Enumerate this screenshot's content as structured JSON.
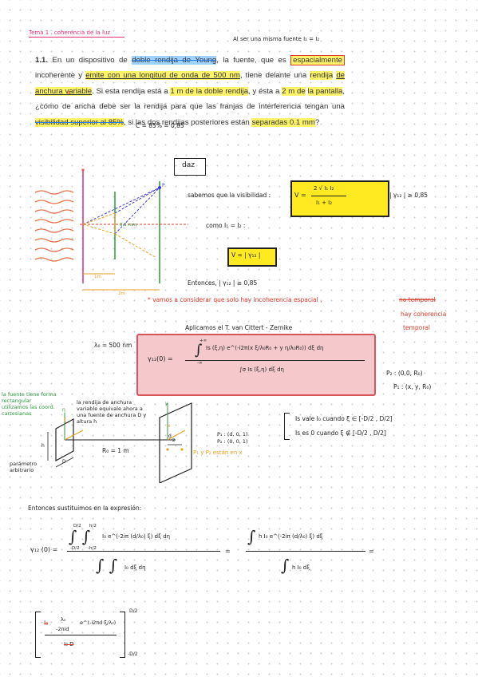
{
  "header": {
    "topic": "Tema 1 . coherencia de la luz"
  },
  "annotations": {
    "same_source": "Al ser una misma fuente I₁ = I₂",
    "visibility_eq": "C = 85% = 0,85",
    "a_mark": "a",
    "data_label": "daz",
    "we_know": "sabemos que la visibilidad :",
    "v_formula_num": "2 √ I₁ I₂",
    "v_formula_den": "I₁ + I₂",
    "v_condition": "| γ₁₂ | ≥ 0,85",
    "como": "como I₁ = I₂ :",
    "v_gamma": "V = | γ₁₂ |",
    "entonces1": "Entonces, | γ₁₂ | ≥ 0,85",
    "consider": "* vamos a considerar que solo hay incoherencia espacial ,",
    "no_temporal": "no temporal",
    "hay_coherencia": "hay coherencia",
    "temporal": "temporal",
    "apply": "Aplicamos el T. van Cittert - Zernike",
    "lambda": "λ₀ = 500 nm",
    "gamma_lhs": "γ₁₂(0) =",
    "int_limits_top": "+∞",
    "int_limits_bot": "-∞",
    "gamma_num": "Is (ξ,η) e^(-i2π(x ξ/λ₀R₀ + y η/λ₀R₀)) dξ dη",
    "gamma_den": "∫σ Is (ξ,η) dξ dη",
    "p2_coord": "P₂ : (0,0, R₀)",
    "p1_coord": "P₁ : (x, y, R₀)",
    "source_note": "la fuente tiene forma rectangular utilizamos las coord. cartesianas",
    "slit_note": "la rendija de anchura variable equivale ahora a una fuente de anchura D y altura h",
    "param_note": "parámetro arbitrario",
    "r0_label": "R₀ = 1 m",
    "p1_sub": "P₁ : (d, 0, 1)",
    "p2_sub": "P₂ : (0, 0, 1)",
    "pp_note": "P₁ y P₂ están en x",
    "is_cond1": "Is vale I₀  cuando ξ ∈ [-D/2 , D/2]",
    "is_cond2": "Is es 0  cuando ξ ∉ [-D/2 , D/2]",
    "entonces2": "Entonces sustituimos en la expresión:",
    "final_lhs": "γ₁₂ (0) =",
    "frac1_num": "I₀ e^(-2iπ (d/λ₀) ξ) dξ dη",
    "frac1_den": "I₀ dξ dη",
    "frac2_num": "h I₀ e^(-2iπ (d/λ₀) ξ) dξ",
    "frac2_den": "h I₀ dξ",
    "last_num_a": "λ₀",
    "last_num_b": "-2πid",
    "last_exp": "e^(-i2πd ξ/λ₀)",
    "last_den": "I₀ D",
    "lim_D2": "D/2",
    "lim_mD2": "-D/2",
    "lim_h2": "h/2",
    "lim_mh2": "-h/2",
    "one_m": "1m",
    "two_m": "2m",
    "slit_w": "0,1 mm",
    "p_label": "P",
    "axis_x": "x",
    "axis_y": "y",
    "axis_z": "z",
    "d_label": "d",
    "h_label": "h",
    "D_label": "D",
    "e_label": "ξ",
    "eta_label": "η"
  },
  "problem": {
    "number": "1.1.",
    "p1": " En un dispositivo de ",
    "p2": "doble rendija de Young",
    "p3": ", la fuente, que es ",
    "p4": "espacialmente",
    "p5": "incoherente y ",
    "p6": "emite con una longitud de onda de 500 nm",
    "p7": ", tiene delante una ",
    "p8": "rendija",
    "p9": "de anchura variable",
    "p10": ". Si esta rendija está a ",
    "p11": "1 m de la doble rendija",
    "p12": ", y ésta a ",
    "p13": "2 m de",
    "p14": "la pantalla",
    "p15": ", ¿cómo de ancha debe ser la rendija para que las franjas de interferencia tengan una ",
    "p16": "visibilidad superior al 85%",
    "p17": ", si las dos rendijas posteriores están ",
    "p18": "separadas 0.1 mm",
    "p19": "?"
  }
}
